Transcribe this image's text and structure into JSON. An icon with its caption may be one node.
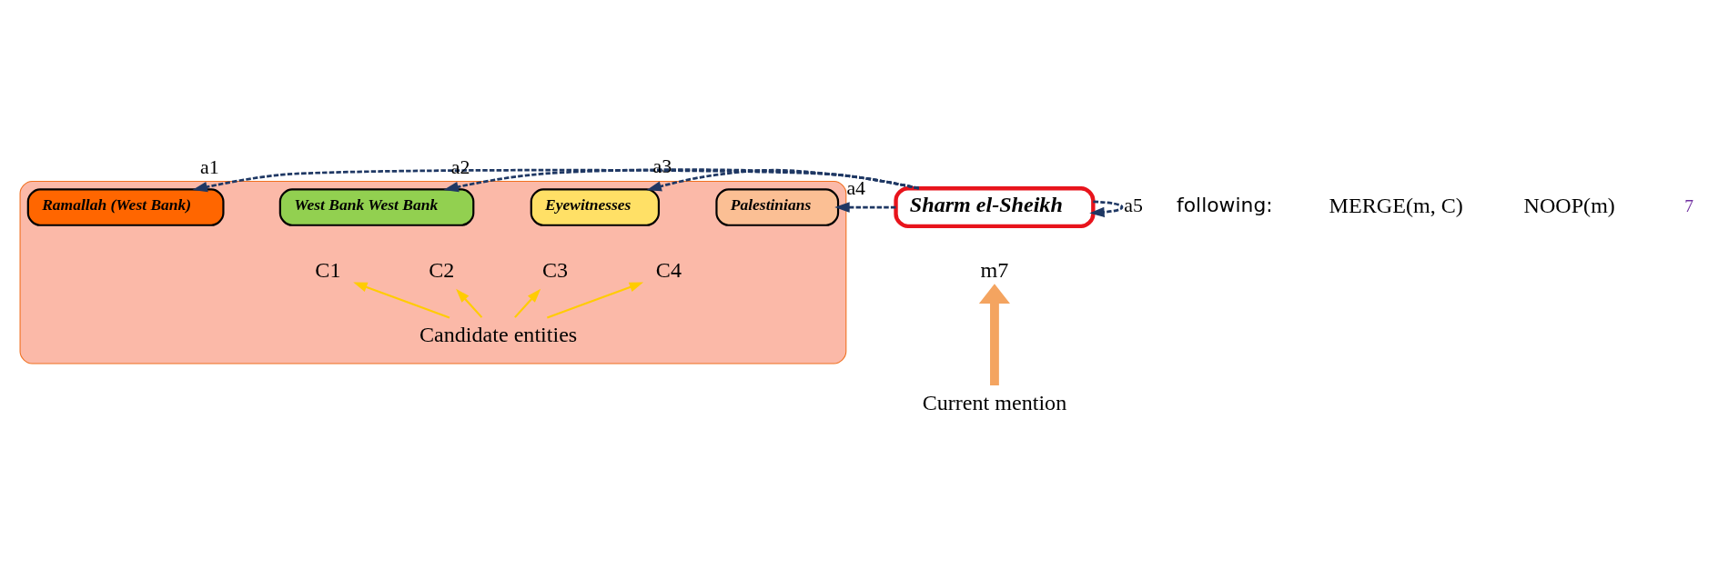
{
  "diagram": {
    "nodes": [
      {
        "text": [],
        "shape": "box"
      },
      {
        "text": [
          "Ramallah (West Bank)"
        ],
        "in": 0
      },
      {
        "text": [
          "West Bank West Bank"
        ],
        "in": 0
      },
      {
        "text": [
          "Eyewitnesses"
        ],
        "in": 0
      },
      {
        "text": [
          "Palestinians"
        ],
        "in": 0
      },
      {
        "text": [
          "C1"
        ],
        "in": 0
      },
      {
        "text": [
          "C2"
        ],
        "in": 0
      },
      {
        "text": [
          "C3"
        ],
        "in": 0
      },
      {
        "text": [
          "C4"
        ],
        "in": 0
      },
      {
        "text": [
          "Candidate entities"
        ],
        "in": 0
      },
      {
        "text": [
          "Sharm el-Sheikh"
        ]
      },
      {
        "text": [
          "m7"
        ]
      },
      {
        "text": [
          "Current mention"
        ]
      }
    ],
    "edges": [
      {
        "from": 10,
        "to": 1,
        "arrow": "to",
        "label": "a1",
        "style": "dashed",
        "color": "#1f3864"
      },
      {
        "from": 10,
        "to": 2,
        "arrow": "to",
        "label": "a2",
        "style": "dashed",
        "color": "#1f3864"
      },
      {
        "from": 10,
        "to": 3,
        "arrow": "to",
        "label": "a3",
        "style": "dashed",
        "color": "#1f3864"
      },
      {
        "from": 10,
        "to": 4,
        "arrow": "to",
        "label": "a4",
        "style": "dashed",
        "color": "#1f3864"
      },
      {
        "from": 10,
        "to": 10,
        "arrow": "to",
        "label": "a5",
        "style": "dashed",
        "color": "#1f3864"
      },
      {
        "from": 9,
        "to": 5,
        "arrow": "to",
        "color": "#ffcc00"
      },
      {
        "from": 9,
        "to": 6,
        "arrow": "to",
        "color": "#ffcc00"
      },
      {
        "from": 9,
        "to": 7,
        "arrow": "to",
        "color": "#ffcc00"
      },
      {
        "from": 9,
        "to": 8,
        "arrow": "to",
        "color": "#ffcc00"
      },
      {
        "from": 12,
        "to": 11,
        "arrow": "to",
        "style": "thick",
        "color": "#f4a460"
      }
    ],
    "labels": [
      "following:",
      "MERGE(m, C)",
      "NOOP(m)",
      "7"
    ]
  }
}
